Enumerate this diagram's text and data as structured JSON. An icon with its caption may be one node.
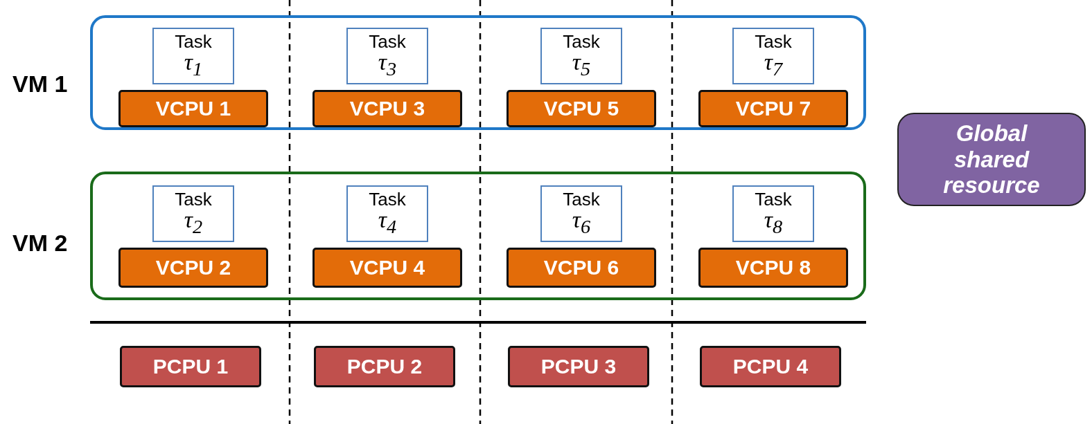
{
  "diagram": {
    "nodes": [
      {
        "text": [],
        "shape": "box"
      },
      {
        "text": [
          "Task",
          "τ$_{1}$"
        ],
        "in": 0
      },
      {
        "text": [
          "Task",
          "τ$_{3}$"
        ],
        "in": 0
      },
      {
        "text": [
          "Task",
          "τ$_{5}$"
        ],
        "in": 0
      },
      {
        "text": [
          "Task",
          "τ$_{7}$"
        ],
        "in": 0
      },
      {
        "text": [
          "VCPU 1"
        ],
        "in": 0
      },
      {
        "text": [
          "VCPU 3"
        ],
        "in": 0
      },
      {
        "text": [
          "VCPU 5"
        ],
        "in": 0
      },
      {
        "text": [
          "VCPU 7"
        ],
        "in": 0
      },
      {
        "text": [],
        "shape": "box"
      },
      {
        "text": [
          "Task",
          "τ$_{2}$"
        ],
        "in": 9
      },
      {
        "text": [
          "Task",
          "τ$_{4}$"
        ],
        "in": 9
      },
      {
        "text": [
          "Task",
          "τ$_{6}$"
        ],
        "in": 9
      },
      {
        "text": [
          "Task",
          "τ$_{8}$"
        ],
        "in": 9
      },
      {
        "text": [
          "VCPU 2"
        ],
        "in": 9
      },
      {
        "text": [
          "VCPU 4"
        ],
        "in": 9
      },
      {
        "text": [
          "VCPU 6"
        ],
        "in": 9
      },
      {
        "text": [
          "VCPU 8"
        ],
        "in": 9
      },
      {
        "text": [
          "Global shared resource"
        ]
      },
      {
        "text": [
          "PCPU 1"
        ]
      },
      {
        "text": [
          "PCPU 2"
        ]
      },
      {
        "text": [
          "PCPU 3"
        ]
      },
      {
        "text": [
          "PCPU 4"
        ]
      }
    ],
    "edges": [],
    "labels": [
      "VM 1",
      "VM 2"
    ]
  }
}
